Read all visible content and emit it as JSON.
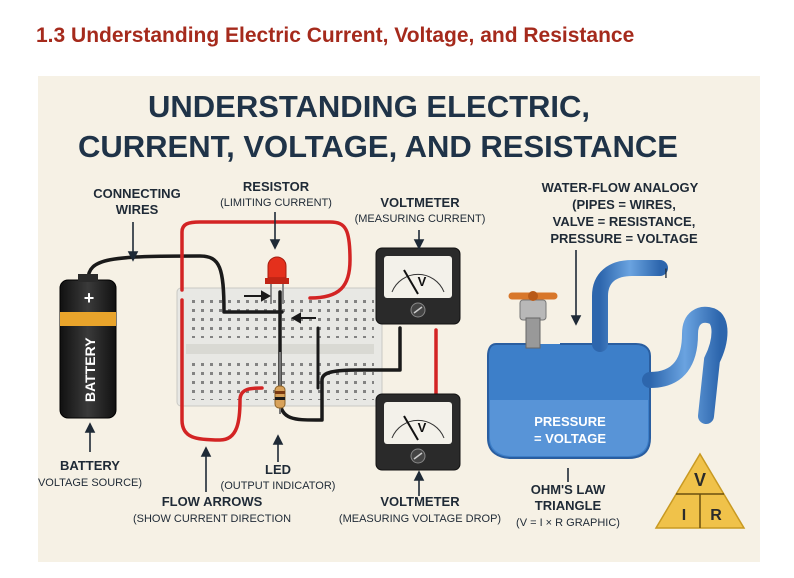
{
  "heading": "1.3 Understanding Electric Current, Voltage, and Resistance",
  "title_line1": "UNDERSTANDING ELECTRIC,",
  "title_line2": "CURRENT, VOLTAGE, AND RESISTANCE",
  "labels": {
    "connecting_1": "CONNECTING",
    "connecting_2": "WIRES",
    "resistor": "RESISTOR",
    "resistor_sub": "(LIMITING CURRENT)",
    "voltmeter_top": "VOLTMETER",
    "voltmeter_top_sub": "(MEASURING CURRENT)",
    "water_1": "WATER-FLOW ANALOGY",
    "water_2": "(PIPES = WIRES,",
    "water_3": "VALVE = RESISTANCE,",
    "water_4": "PRESSURE = VOLTAGE",
    "battery_text": "BATTERY",
    "battery_plus": "+",
    "battery": "BATTERY",
    "battery_sub": "VOLTAGE SOURCE)",
    "led": "LED",
    "led_sub": "(OUTPUT INDICATOR)",
    "flow": "FLOW ARROWS",
    "flow_sub": "(SHOW CURRENT DIRECTION",
    "voltmeter_bottom": "VOLTMETER",
    "voltmeter_bottom_sub": "(MEASURING VOLTAGE DROP)",
    "pressure_1": "PRESSURE",
    "pressure_2": "= VOLTAGE",
    "pipe_i": "I",
    "ohm_1": "OHM'S LAW",
    "ohm_2": "TRIANGLE",
    "ohm_3": "(V = I × R GRAPHIC)",
    "meter_v": "V",
    "tri_v": "V",
    "tri_i": "I",
    "tri_r": "R"
  },
  "colors": {
    "heading": "#a52a1c",
    "panel": "#f6f1e5",
    "title": "#1f3348",
    "wire_red": "#d32424",
    "wire_black": "#1a1a1a",
    "water": "#3d7fc9",
    "triangle": "#f0c24a",
    "battery_band": "#e9a42b"
  }
}
